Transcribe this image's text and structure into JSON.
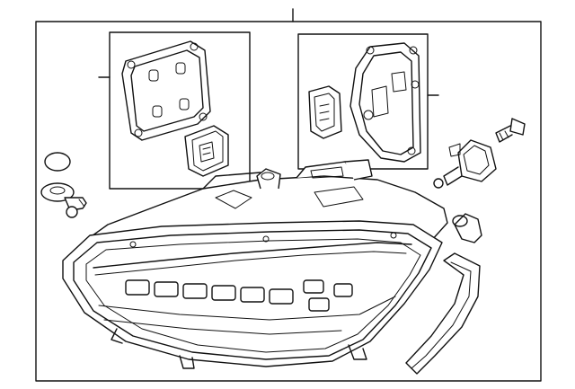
{
  "diagram": {
    "callout_marks": [
      "top-callout",
      "left-inset-callout",
      "right-inset-callout"
    ],
    "parts": [
      "headlamp-assembly",
      "led-control-module-gasket",
      "led-control-module",
      "housing-cover-gasket",
      "housing-cover",
      "ballast-connector",
      "mounting-screw",
      "adjuster-motor",
      "vent-elbow",
      "seal-strip",
      "o-ring",
      "bulb-socket"
    ],
    "colors": {
      "line": "#111111",
      "background": "#ffffff"
    }
  }
}
